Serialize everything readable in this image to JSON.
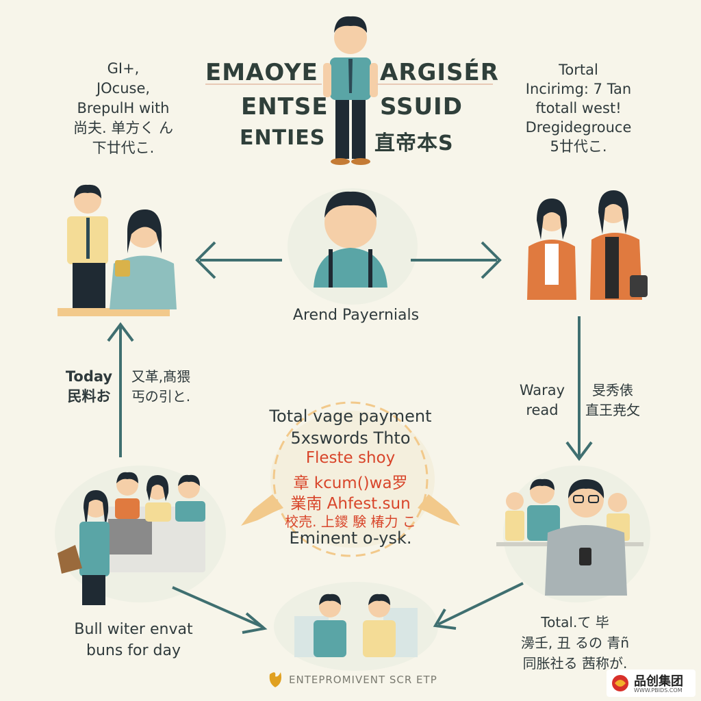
{
  "title": {
    "left": [
      "EMAOYE",
      "ENTSE",
      "ENTIES"
    ],
    "right": [
      "ARGISÉR",
      "SSUID",
      "直帝本S"
    ]
  },
  "corners": {
    "top_left": "GI+,\nJOcuse,\nBrepulH with\n尚夫. 单方く ん\n下廿代こ.",
    "top_right": "Tortal\nIncirimg: 7 Tan\nftotall west!\nDregidegrouce\n5廿代こ."
  },
  "center_label": "Arend Payernials",
  "left_side": {
    "label_en": "Today\n民料お",
    "label_jp": "又革,髙猥\n丐の引と."
  },
  "right_side": {
    "label_en": "Waray\nread",
    "label_jp": "旻秀俵\n直王尭攵"
  },
  "middle": {
    "line1": "Total vage payment",
    "line2": "5xswords Thto",
    "red_lines": [
      "Fleste shoy",
      "章 kcum()wa罗",
      "業南 Ahfest.sun",
      "校売. 上鑁 験 椿力 こ"
    ],
    "line_bottom": "Eminent o-ysk."
  },
  "bottom_left": "Bull witer envat\nbuns for day",
  "bottom_right": "Total.て 毕\n澷壬, 丑 るの 青ñ\n同胀社る 茜称が.",
  "footer": "ENTEPROMIVENT SCR ETP",
  "watermark": {
    "brand": "品创集团",
    "url": "WWW.PBIDS.COM"
  },
  "colors": {
    "background": "#f7f5ea",
    "arrow_teal": "#3f6f70",
    "arrow_orange": "#f2c98b",
    "red_text": "#d8452a",
    "teal_shirt": "#5aa5a6"
  }
}
